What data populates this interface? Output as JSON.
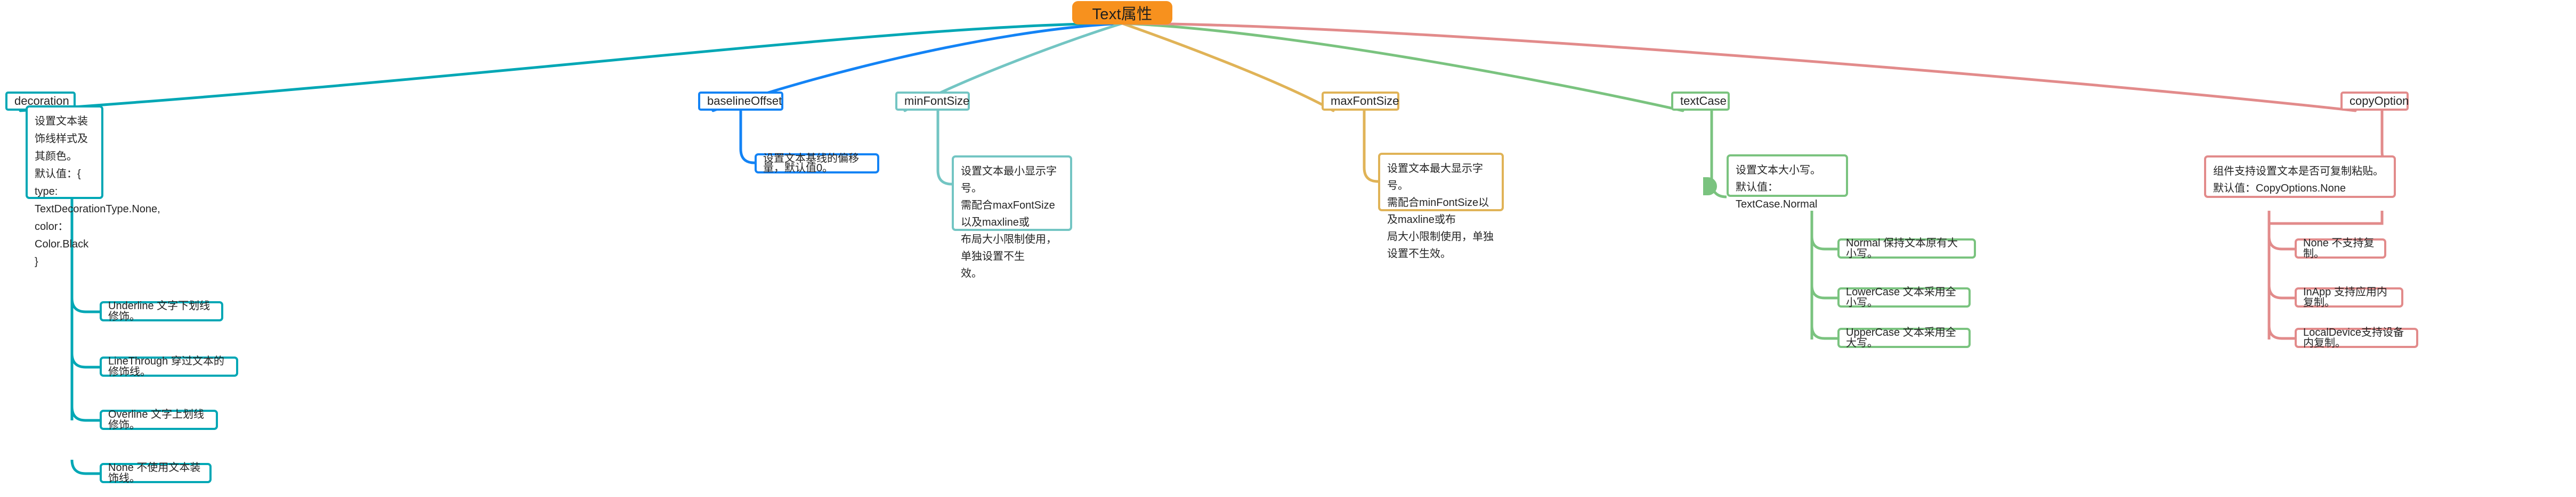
{
  "diagram": {
    "type": "mind-map",
    "title": "Text属性",
    "background": "#ffffff"
  },
  "root": {
    "label": "Text属性",
    "color": "#f7911e",
    "text_color": "#1f1f1f"
  },
  "branches": [
    {
      "id": "decoration",
      "label": "decoration",
      "color": "#00a7b5",
      "description": "设置文本装饰线样式及其颜色。\n默认值：{\ntype: TextDecorationType.None,\ncolor：Color.Black\n}",
      "children": [
        {
          "label": "Underline  文字下划线修饰。"
        },
        {
          "label": "LineThrough 穿过文本的修饰线。"
        },
        {
          "label": "Overline 文字上划线修饰。"
        },
        {
          "label": "None 不使用文本装饰线。"
        }
      ]
    },
    {
      "id": "baselineOffset",
      "label": "baselineOffset",
      "color": "#1383f5",
      "description": "设置文本基线的偏移量，默认值0。",
      "children": []
    },
    {
      "id": "minFontSize",
      "label": "minFontSize",
      "color": "#73c5c3",
      "description": "设置文本最小显示字号。\n需配合maxFontSize以及maxline或\n布局大小限制使用，单独设置不生\n效。",
      "children": []
    },
    {
      "id": "maxFontSize",
      "label": "maxFontSize",
      "color": "#e0b357",
      "description": "设置文本最大显示字号。\n需配合minFontSize以及maxline或布\n局大小限制使用，单独设置不生效。",
      "children": []
    },
    {
      "id": "textCase",
      "label": "textCase",
      "color": "#7ac37f",
      "description": "设置文本大小写。\n默认值：TextCase.Normal",
      "has_collapse_marker": true,
      "children": [
        {
          "label": "Normal   保持文本原有大小写。"
        },
        {
          "label": "LowerCase 文本采用全小写。"
        },
        {
          "label": "UpperCase 文本采用全大写。"
        }
      ]
    },
    {
      "id": "copyOption",
      "label": "copyOption",
      "color": "#e28b8b",
      "description": "组件支持设置文本是否可复制粘贴。\n默认值：CopyOptions.None",
      "children": [
        {
          "label": "None 不支持复制。"
        },
        {
          "label": "InApp 支持应用内复制。"
        },
        {
          "label": "LocalDevice支持设备内复制。"
        }
      ]
    }
  ]
}
